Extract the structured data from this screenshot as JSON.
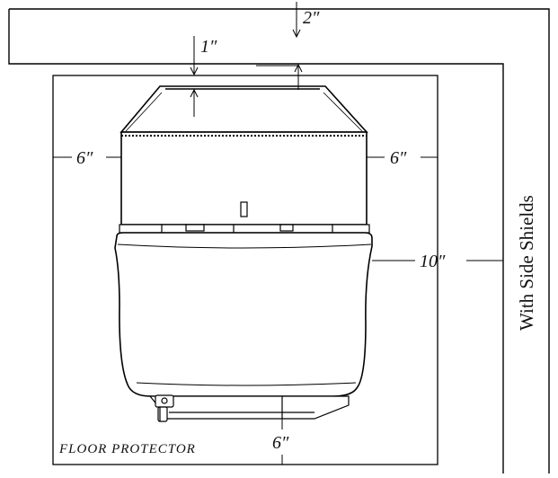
{
  "diagram": {
    "top_wall_clearance": "2″",
    "top_shield_clearance": "1″",
    "left_clearance": "6″",
    "right_clearance": "6″",
    "side_clearance": "10″",
    "front_clearance": "6″",
    "floor_protector_label": "FLOOR PROTECTOR",
    "side_shields_label": "With Side Shields"
  }
}
